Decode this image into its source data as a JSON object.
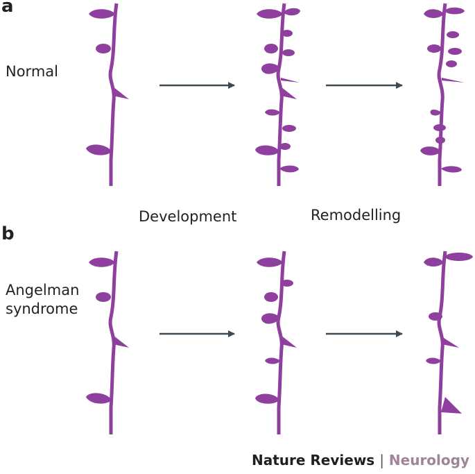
{
  "panels": {
    "a": {
      "letter": "a",
      "condition": "Normal"
    },
    "b": {
      "letter": "b",
      "condition_line1": "Angelman",
      "condition_line2": "syndrome"
    }
  },
  "stages": {
    "development": "Development",
    "remodelling": "Remodelling"
  },
  "credit": {
    "publisher": "Nature Reviews",
    "separator": "|",
    "journal": "Neurology"
  },
  "colors": {
    "dendrite": "#8f3f9e",
    "arrow": "#3d4a52"
  }
}
